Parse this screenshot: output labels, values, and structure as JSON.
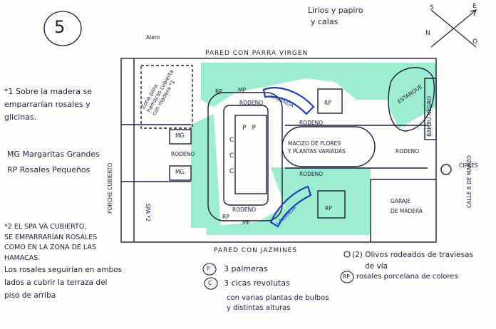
{
  "number": "5",
  "top_note": [
    "Lirios y papiro",
    "y calas"
  ],
  "compass": {
    "n": "N",
    "s": "S",
    "e": "E",
    "o": "O"
  },
  "walls": {
    "top": "PARED CON PARRA VIRGEN",
    "bottom": "PARED CON JAZMINES"
  },
  "alero": "Alero",
  "zones": {
    "hamacas": [
      "Zona para",
      "hamacas cubierta",
      "con madera *1"
    ],
    "rodeno_labels": [
      "RODENO",
      "RODENO",
      "RODENO",
      "RODENO",
      "RODENO",
      "RODENO"
    ],
    "macizo": [
      "MACIZO DE FLORES",
      "Y PLANTAS VARIADAS"
    ],
    "estanque": "ESTANQUE",
    "bambu": "BAMBU NEGRO",
    "garaje": [
      "GARAJE",
      "DE MADERA"
    ],
    "cipres": "CIPRES",
    "calle": "CALLE 8 DE MARZO",
    "porche": "PORCHE CUBIERTO",
    "spa": "SPA *2",
    "lavanda": "LAVANDA",
    "mg": "MG",
    "rp": "RP",
    "mp": "MP",
    "p": "P",
    "c": "C"
  },
  "left_notes": {
    "note1": [
      "*1 Sobre la madera se",
      "emparrarían rosales y",
      "glicinas."
    ],
    "legend": [
      "MG  Margaritas Grandes",
      "RP  Rosales Pequeños"
    ],
    "note2": [
      "*2 EL SPA VA CUBIERTO,",
      "SE EMPARRARÍAN ROSALES",
      "COMO EN LA ZONA DE LAS",
      "HAMACAS.",
      "Los rosales seguirían en ambos",
      "lados a cubrir la terraza del",
      "piso de arriba"
    ]
  },
  "bottom_legend": {
    "p": "3 palmeras",
    "c": "3 cicas revolutas",
    "bulbs": [
      "con varias plantas de bulbos",
      "y distintas alturas"
    ],
    "olivos": [
      "(2) Olivos rodeados de traviesas",
      "de vía"
    ],
    "rp": "rosales porcelana de colores"
  },
  "colors": {
    "ink": "#1b1f3a",
    "green": "#4fe0b0",
    "blue": "#1f3fb8"
  }
}
